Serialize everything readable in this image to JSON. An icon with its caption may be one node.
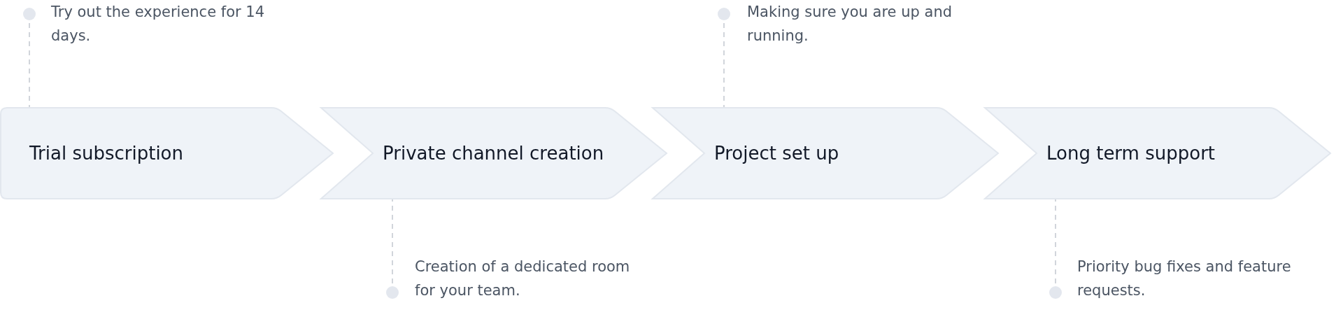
{
  "diagram": {
    "nodes": [
      {
        "text": [
          "Trial subscription"
        ]
      },
      {
        "text": [
          "Private channel creation"
        ]
      },
      {
        "text": [
          "Project set up"
        ]
      },
      {
        "text": [
          "Long term support"
        ]
      },
      {
        "text": [
          "Try out the experience for 14 days."
        ]
      },
      {
        "text": [
          "Creation of a dedicated room for your team."
        ]
      },
      {
        "text": [
          "Making sure you are up and running."
        ]
      },
      {
        "text": [
          "Priority bug fixes and feature requests."
        ]
      }
    ],
    "edges": [
      {
        "from": 4,
        "to": 0,
        "arrow": "other",
        "style": "dashed"
      },
      {
        "from": 5,
        "to": 1,
        "arrow": "other",
        "style": "dashed"
      },
      {
        "from": 6,
        "to": 2,
        "arrow": "other",
        "style": "dashed"
      },
      {
        "from": 7,
        "to": 3,
        "arrow": "other",
        "style": "dashed"
      }
    ]
  }
}
